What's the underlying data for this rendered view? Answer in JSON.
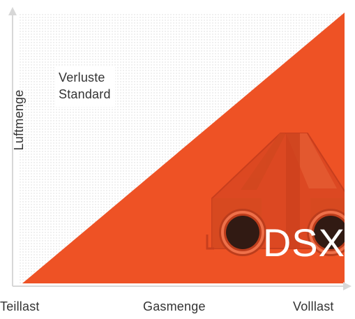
{
  "diagram": {
    "x_axis": {
      "left_label": "Teillast",
      "center_label": "Gasmenge",
      "right_label": "Volllast"
    },
    "y_axis": {
      "label": "Luftmenge"
    },
    "region_label": {
      "line1": "Verluste",
      "line2": "Standard"
    },
    "product_label": "DSX"
  },
  "colors": {
    "accent": "#ee5225",
    "axis": "#d7d7d7",
    "pattern": "#d8d8d8",
    "text": "#333333"
  }
}
